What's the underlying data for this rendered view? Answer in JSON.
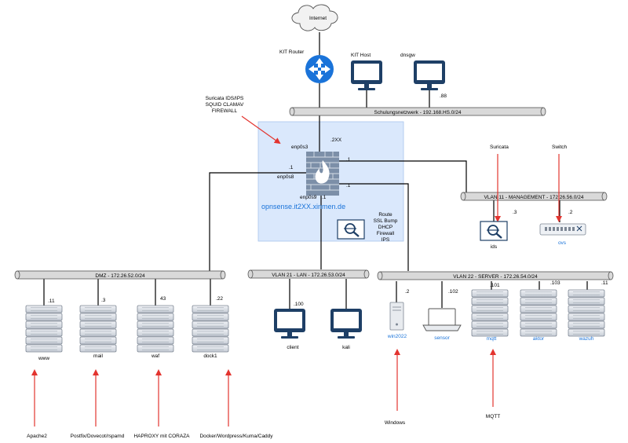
{
  "internet": {
    "label": "Internet"
  },
  "kit_router": {
    "label": "KIT Router"
  },
  "kit_host": {
    "label": "KIT Host"
  },
  "dnsgw": {
    "label": "dnsgw",
    "ip": ".88"
  },
  "schulungsnetz": {
    "label": "Schulungsnetzwerk - 192.168.HS.0/24"
  },
  "firewall": {
    "annotation": [
      "Suricata IDS/IPS",
      "SQUID CLAMAV",
      "FIREWALL"
    ],
    "fqdn": "opnsense.it2XX.xinmen.de",
    "if_enp0s3": "enp0s3",
    "if_enp0s8": "enp0s8",
    "if_enp0s9": "enp0s9",
    "ip_enp0s3": ".2XX",
    "ip_enp0s8": ".1",
    "ip_enp0s9": ".1",
    "ip_mgmt": ".1",
    "ip_server": ".1",
    "services": [
      "Route",
      "SSL Bump",
      "DHCP",
      "Firewall",
      "IPS"
    ]
  },
  "management": {
    "label": "VLAN 11 - MANAGEMENT - 172.26.56.0/24",
    "suricata_label": "Suricata",
    "switch_label": "Switch",
    "ids": {
      "name": "ids",
      "ip": ".3"
    },
    "ovs": {
      "name": "ovs",
      "ip": ".2"
    }
  },
  "dmz": {
    "label": "DMZ - 172.26.52.0/24",
    "servers": [
      {
        "name": "www",
        "ip": ".11",
        "note": "Apache2"
      },
      {
        "name": "mail",
        "ip": ".3",
        "note": "Postfix/Dovecot/rspamd"
      },
      {
        "name": "waf",
        "ip": "43",
        "note": "HAPROXY mit CORAZA"
      },
      {
        "name": "dock1",
        "ip": ".22",
        "note": "Docker/Wordpress/Kuma/Caddy"
      }
    ]
  },
  "lan": {
    "label": "VLAN 21 - LAN - 172.26.53.0/24",
    "hosts": [
      {
        "name": "client",
        "ip": ".100"
      },
      {
        "name": "kali",
        "ip": ""
      }
    ]
  },
  "server": {
    "label": "VLAN 22 - SERVER -  172.26.54.0/24",
    "hosts": [
      {
        "name": "win2022",
        "ip": ".2"
      },
      {
        "name": "sensor",
        "ip": ".102"
      },
      {
        "name": "mqtt",
        "ip": ".101"
      },
      {
        "name": "aktor",
        "ip": ".103"
      },
      {
        "name": "wazuh",
        "ip": ".11"
      }
    ],
    "windows_label": "Windows",
    "mqtt_label": "MQTT"
  },
  "colors": {
    "accent": "#1a73d9",
    "arrow": "#e3342f",
    "firewall_zone": "#dae8fc",
    "pipe": "#d9d9d9"
  }
}
